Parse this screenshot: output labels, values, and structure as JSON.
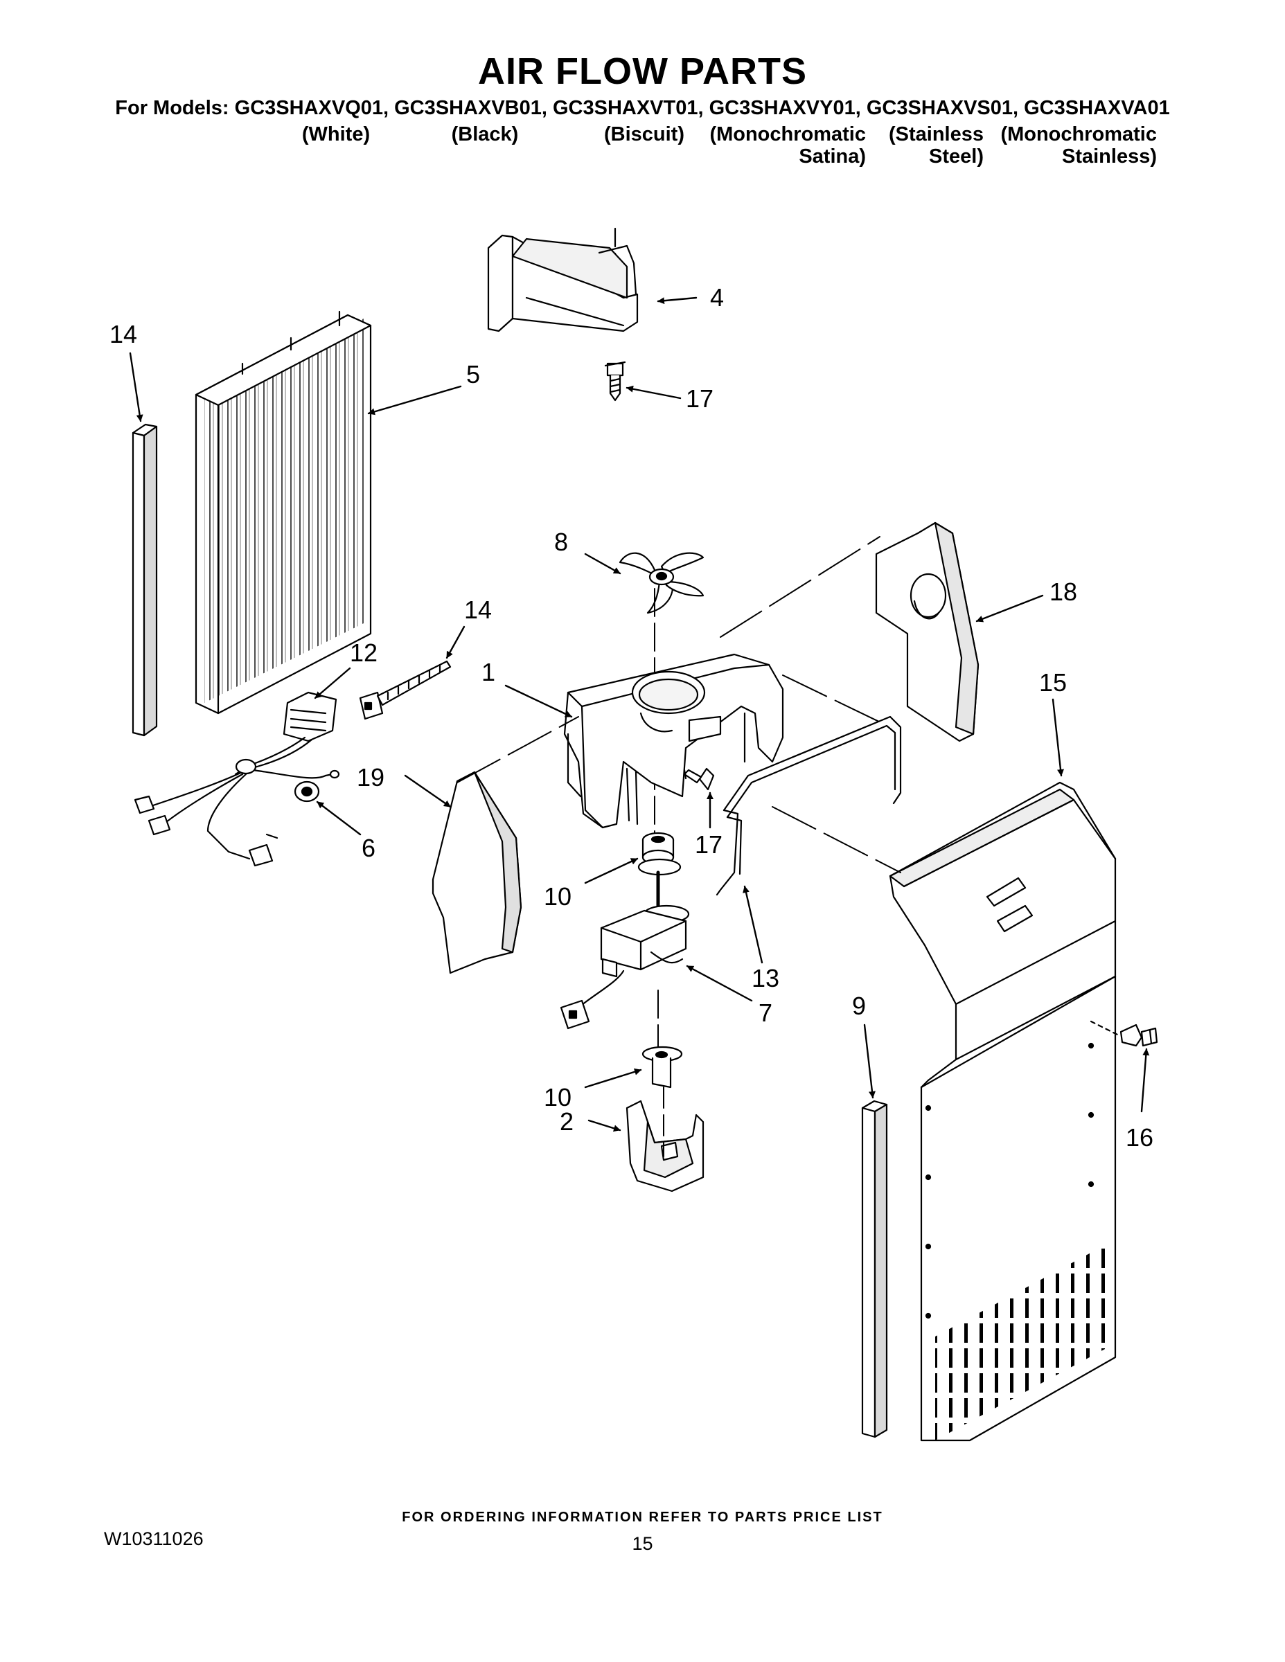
{
  "header": {
    "title": "AIR FLOW PARTS",
    "models_line": "For Models: GC3SHAXVQ01, GC3SHAXVB01, GC3SHAXVT01, GC3SHAXVY01, GC3SHAXVS01, GC3SHAXVA01",
    "variants": [
      {
        "line1": "(White)",
        "line2": ""
      },
      {
        "line1": "(Black)",
        "line2": ""
      },
      {
        "line1": "(Biscuit)",
        "line2": ""
      },
      {
        "line1": "(Monochromatic",
        "line2": "Satina)"
      },
      {
        "line1": "(Stainless",
        "line2": "Steel)"
      },
      {
        "line1": "(Monochromatic",
        "line2": "Stainless)"
      }
    ]
  },
  "callouts": {
    "c1": "1",
    "c2": "2",
    "c4": "4",
    "c5": "5",
    "c6": "6",
    "c7": "7",
    "c8": "8",
    "c9": "9",
    "c10a": "10",
    "c10b": "10",
    "c12": "12",
    "c13": "13",
    "c14a": "14",
    "c14b": "14",
    "c15": "15",
    "c16": "16",
    "c17a": "17",
    "c17b": "17",
    "c18": "18",
    "c19": "19"
  },
  "footer": {
    "ordering_note": "FOR ORDERING INFORMATION REFER TO PARTS PRICE LIST",
    "document_number": "W10311026",
    "page_number": "15"
  }
}
